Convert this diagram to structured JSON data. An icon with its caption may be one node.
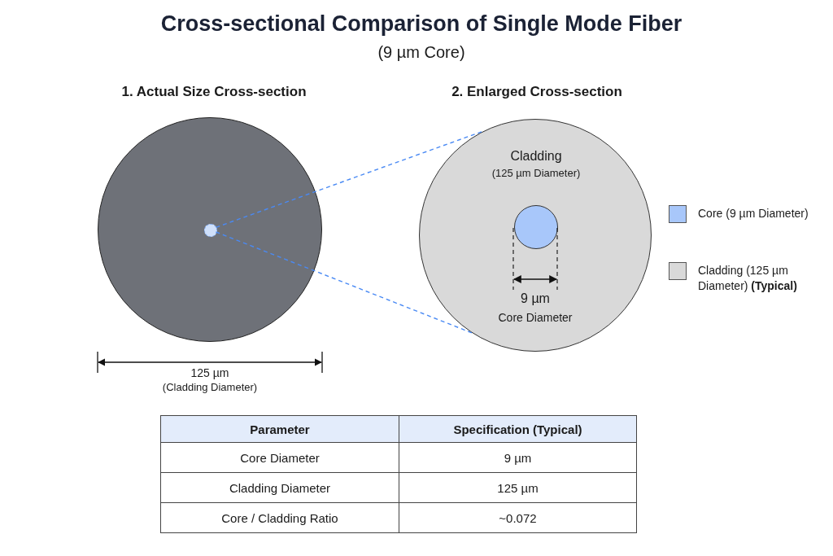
{
  "diagram": {
    "title": "Cross-sectional Comparison of Single Mode Fiber",
    "nodes": [
      {
        "text": [],
        "shape": "circle"
      },
      {
        "text": [],
        "shape": "circle",
        "in": 0
      },
      {
        "text": [
          "Cladding",
          "(125 µm Diameter)"
        ]
      },
      {
        "text": [],
        "shape": "circle",
        "in": 2
      }
    ],
    "edges": [
      {
        "from": 1,
        "to": 2,
        "arrow": "none",
        "style": "dashed"
      },
      {
        "from": 1,
        "to": 2,
        "arrow": "none",
        "style": "dashed"
      }
    ],
    "labels": [
      "(9 µm Core)",
      "1. Actual Size Cross-section",
      "2. Enlarged Cross-section",
      "125 µm",
      "(Cladding Diameter)",
      "9 µm",
      "Core Diameter",
      "Parameter",
      "Specification (Typical)",
      "Core Diameter",
      "9 µm",
      "Cladding Diameter",
      "125 µm",
      "Core / Cladding Ratio",
      "~0.072"
    ],
    "legend": [
      {
        "text": "Core (9 µm Diameter)",
        "color": "#a8c7fa"
      },
      {
        "text": "Cladding (125 µm Diameter) **(Typical)**",
        "color": "#d9d9d9"
      }
    ]
  }
}
